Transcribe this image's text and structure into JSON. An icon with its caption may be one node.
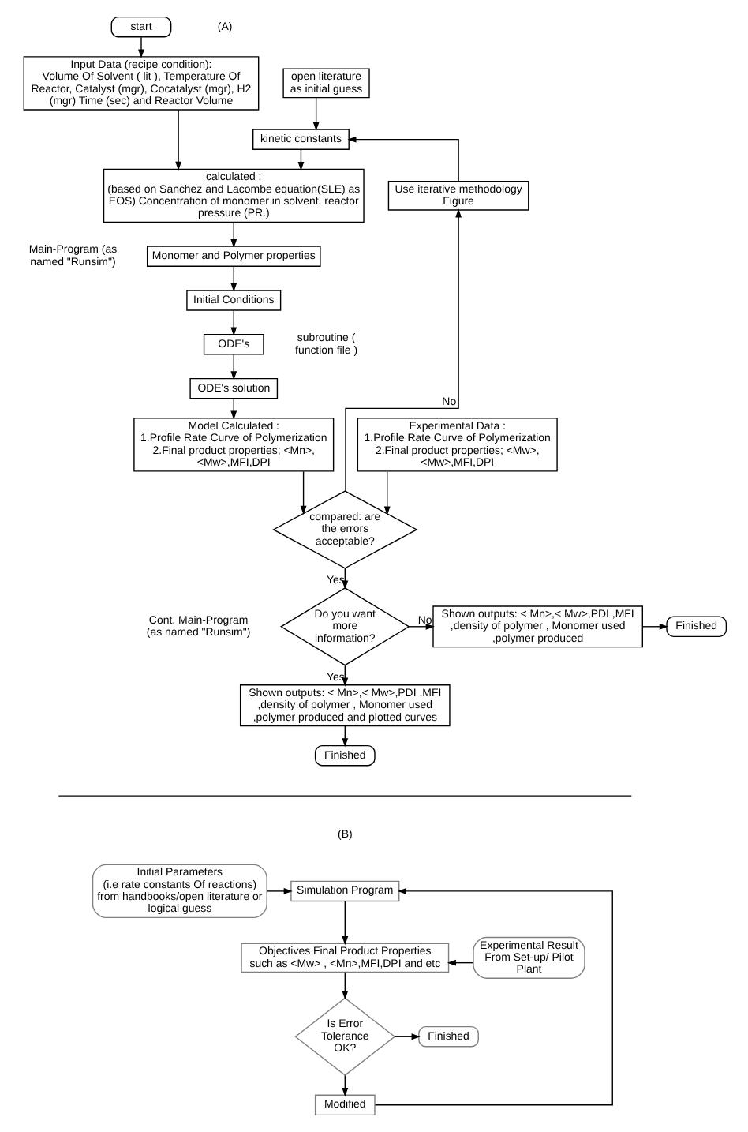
{
  "diagram": {
    "nodes": [
      {
        "text": [
          "start"
        ]
      },
      {
        "text": [
          "Input Data (recipe condition):",
          "Volume Of Solvent ( lit ), Temperature Of Reactor, Catalyst (mgr), Cocatalyst (mgr), H2 (mgr) Time (sec) and Reactor Volume"
        ]
      },
      {
        "text": [
          "open literature as initial guess"
        ]
      },
      {
        "text": [
          "kinetic constants"
        ]
      },
      {
        "text": [
          "Use iterative methodology Figure"
        ]
      },
      {
        "text": [
          "calculated :",
          "(based on Sanchez and Lacombe equation(SLE) as EOS) Concentration of monomer in solvent, reactor pressure (PR.)"
        ]
      },
      {
        "text": [
          "Monomer and Polymer properties"
        ]
      },
      {
        "text": [
          "Initial Conditions"
        ]
      },
      {
        "text": [
          "ODE's"
        ]
      },
      {
        "text": [
          "ODE's solution"
        ]
      },
      {
        "text": [
          "Model Calculated :",
          "1.Profile Rate Curve of Polymerization 2.Final product properties; <Mn>, <Mw>,MFI,DPI"
        ]
      },
      {
        "text": [
          "Experimental Data :",
          "1.Profile Rate Curve of Polymerization 2.Final product properties; <Mw>, <Mw>,MFI,DPI"
        ]
      },
      {
        "text": [
          "compared: are the errors acceptable?"
        ]
      },
      {
        "text": [
          "Do you want more information?"
        ]
      },
      {
        "text": [
          "Shown outputs: < Mn>,< Mw>,PDI ,MFI ,density of polymer , Monomer used ,polymer produced"
        ]
      },
      {
        "text": [
          "Finished"
        ]
      },
      {
        "text": [
          "Shown outputs: < Mn>,< Mw>,PDI ,MFI ,density of polymer , Monomer used ,polymer produced and plotted curves"
        ]
      },
      {
        "text": [
          "Finished"
        ]
      },
      {
        "text": [
          "Initial Parameters",
          "(i.e rate constants Of reactions) from handbooks/open literature or logical guess"
        ]
      },
      {
        "text": [
          "Simulation Program"
        ]
      },
      {
        "text": [
          "Objectives Final Product Properties",
          "such as <Mw> , <Mn>,MFI,DPI and etc"
        ]
      },
      {
        "text": [
          "Experimental Result From Set-up/ Pilot Plant"
        ]
      },
      {
        "text": [
          "Is Error Tolerance OK?"
        ]
      },
      {
        "text": [
          "Finished"
        ]
      },
      {
        "text": [
          "Modified"
        ]
      }
    ],
    "edges": [
      {
        "from": 0,
        "to": 1,
        "arrow": "to"
      },
      {
        "from": 1,
        "to": 5,
        "arrow": "to"
      },
      {
        "from": 2,
        "to": 3,
        "arrow": "to"
      },
      {
        "from": 4,
        "to": 3,
        "arrow": "to"
      },
      {
        "from": 3,
        "to": 5,
        "arrow": "to"
      },
      {
        "from": 5,
        "to": 6,
        "arrow": "to"
      },
      {
        "from": 6,
        "to": 7,
        "arrow": "to"
      },
      {
        "from": 7,
        "to": 8,
        "arrow": "to"
      },
      {
        "from": 8,
        "to": 9,
        "arrow": "to"
      },
      {
        "from": 9,
        "to": 10,
        "arrow": "to"
      },
      {
        "from": 10,
        "to": 12,
        "arrow": "to"
      },
      {
        "from": 11,
        "to": 12,
        "arrow": "to"
      },
      {
        "from": 12,
        "to": 4,
        "label": "No",
        "arrow": "to"
      },
      {
        "from": 12,
        "to": 13,
        "label": "Yes",
        "arrow": "to"
      },
      {
        "from": 13,
        "to": 14,
        "label": "No",
        "arrow": "to"
      },
      {
        "from": 14,
        "to": 15,
        "arrow": "to"
      },
      {
        "from": 13,
        "to": 16,
        "label": "Yes",
        "arrow": "to"
      },
      {
        "from": 16,
        "to": 17,
        "arrow": "to"
      },
      {
        "from": 18,
        "to": 19,
        "arrow": "to"
      },
      {
        "from": 19,
        "to": 20,
        "arrow": "to"
      },
      {
        "from": 21,
        "to": 20,
        "arrow": "to"
      },
      {
        "from": 20,
        "to": 22,
        "arrow": "to"
      },
      {
        "from": 22,
        "to": 23,
        "arrow": "to"
      },
      {
        "from": 22,
        "to": 24,
        "arrow": "to"
      },
      {
        "from": 24,
        "to": 19,
        "arrow": "to"
      }
    ],
    "labels": [
      "(A)",
      "Main-Program (as named \"Runsim\")",
      "subroutine ( function file )",
      "Cont. Main-Program (as named \"Runsim\")",
      "(B)"
    ]
  }
}
